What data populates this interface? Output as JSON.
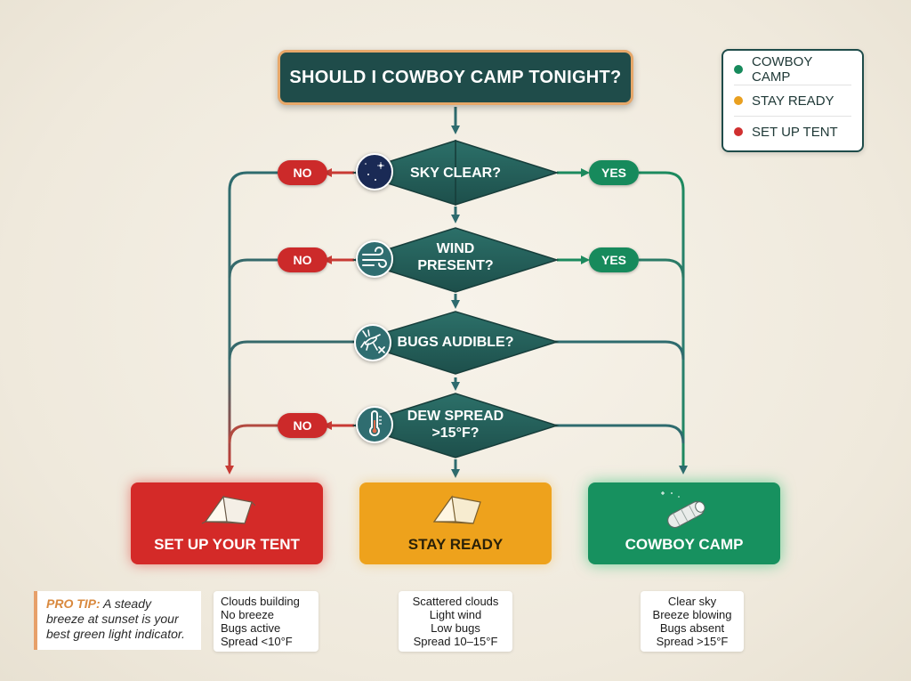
{
  "title": "SHOULD I COWBOY CAMP TONIGHT?",
  "legend": [
    {
      "label": "COWBOY CAMP",
      "color": "#178a5c"
    },
    {
      "label": "STAY READY",
      "color": "#e9a020"
    },
    {
      "label": "SET UP TENT",
      "color": "#d03030"
    }
  ],
  "decisions": [
    {
      "label": "SKY CLEAR?",
      "icon": "night-sky-icon"
    },
    {
      "label": "WIND\nPRESENT?",
      "icon": "wind-icon"
    },
    {
      "label": "BUGS AUDIBLE?",
      "icon": "mosquito-icon"
    },
    {
      "label": "DEW SPREAD\n>15°F?",
      "icon": "thermometer-icon"
    }
  ],
  "branch_labels": {
    "no": "NO",
    "yes": "YES"
  },
  "outcomes": {
    "tent": {
      "label": "SET UP YOUR TENT",
      "icon": "tent-icon",
      "color": "#d42a28"
    },
    "ready": {
      "label": "STAY READY",
      "icon": "tent-icon",
      "color": "#eea21c"
    },
    "cowboy": {
      "label": "COWBOY CAMP",
      "icon": "sleeping-bag-icon",
      "color": "#17915f"
    }
  },
  "criteria": {
    "tent": [
      "Clouds building",
      "No breeze",
      "Bugs active",
      "Spread <10°F"
    ],
    "ready": [
      "Scattered clouds",
      "Light wind",
      "Low bugs",
      "Spread 10–15°F"
    ],
    "cowboy": [
      "Clear sky",
      "Breeze blowing",
      "Bugs absent",
      "Spread >15°F"
    ]
  },
  "pro_tip": {
    "heading": "PRO TIP:",
    "text": "A steady breeze at sunset is your best green light indicator."
  },
  "colors": {
    "teal": "#1f4c4a",
    "diamond": "#24615c",
    "line": "#2e6b6e",
    "red": "#cc2a2a",
    "green": "#178a5c"
  }
}
